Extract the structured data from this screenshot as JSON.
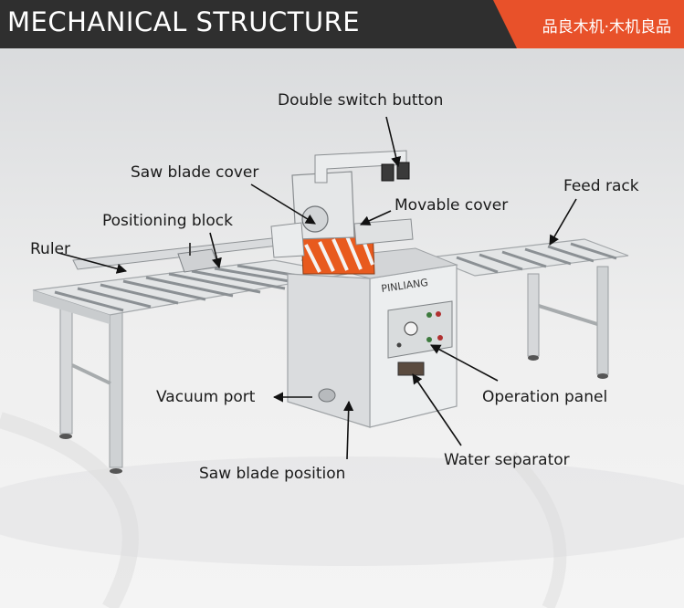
{
  "header": {
    "title": "MECHANICAL STRUCTURE",
    "slogan": "品良木机·木机良品",
    "accent_color": "#e8512a",
    "bar_color": "#2f2f2f"
  },
  "machine": {
    "brand": "PINLIANG",
    "body_color": "#e9ebec",
    "hazard_color": "#e85a1e"
  },
  "labels": {
    "double_switch_button": "Double switch button",
    "saw_blade_cover": "Saw blade cover",
    "movable_cover": "Movable cover",
    "feed_rack": "Feed rack",
    "positioning_block": "Positioning block",
    "ruler": "Ruler",
    "vacuum_port": "Vacuum port",
    "operation_panel": "Operation panel",
    "water_separator": "Water separator",
    "saw_blade_position": "Saw blade position"
  }
}
